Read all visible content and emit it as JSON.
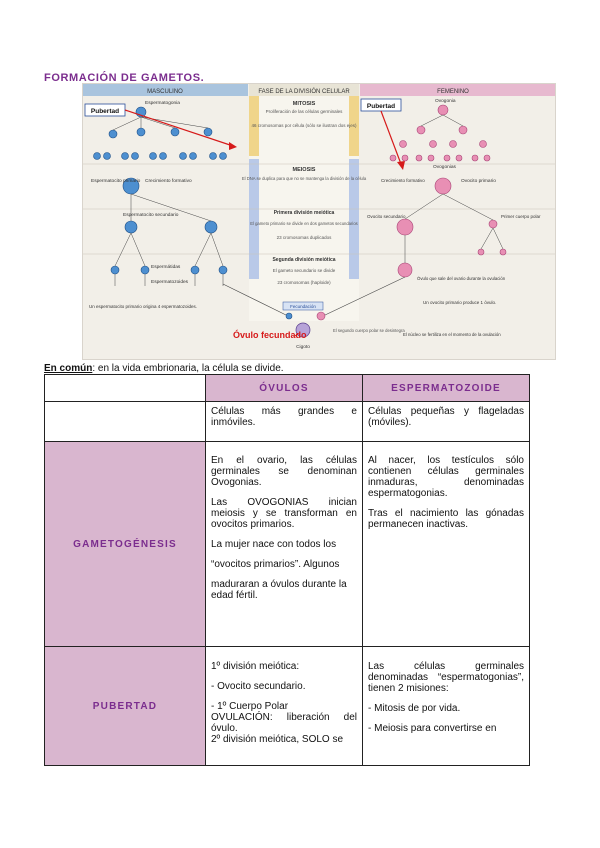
{
  "title": "FORMACIÓN DE GAMETOS.",
  "figure": {
    "col_headers": [
      "MASCULINO",
      "FASE DE LA DIVISIÓN CELULAR",
      "FEMENINO"
    ],
    "pubertad_left": "Pubertad",
    "pubertad_right": "Pubertad",
    "left_labels": [
      "Espermatogonia",
      "Espermatocito primario",
      "Crecimiento formativo",
      "Espermatocito secundario",
      "Espermátidas",
      "Espermatozoides",
      "Un espermatocito primario origina 4 espermatozoides."
    ],
    "mid_labels": [
      "MITOSIS",
      "Proliferación de las células germinales",
      "46 cromosomas por célula (sólo se ilustran dos ejes)",
      "MEIOSIS",
      "El DNA se duplica para que no se mantenga la división de la célula",
      "Primera división meiótica",
      "El gameto primario se divide en dos gametos secundarios",
      "23 cromosomas duplicados",
      "Segunda división meiótica",
      "El gameto secundario se divide",
      "23 cromosomas (haploide)",
      "Fecundación",
      "El segundo cuerpo polar se desintegra"
    ],
    "right_labels": [
      "Ovogonia",
      "Ovogonias",
      "Crecimiento formativo",
      "Ovocito primario",
      "Ovocito secundario",
      "Primer cuerpo polar",
      "Óvulo que sale del ovario durante la ovulación",
      "Un ovocito primario produce 1 óvulo.",
      "El núcleo se fertiliza en el momento de la ovulación"
    ],
    "ovulo_fecundado": "Óvulo fecundado",
    "cigoto": "Cigoto",
    "colors": {
      "masc_header": "#a9c4de",
      "fem_header": "#e7b9cf",
      "mid_header": "#e8e4d6",
      "arrow": "#d61a1a",
      "cell": "#3b7fc4",
      "callout_border": "#2a4f9a"
    }
  },
  "common": {
    "label": "En común",
    "text": ": en la vida embrionaria, la célula se divide."
  },
  "table": {
    "headers": [
      "",
      "ÓVULOS",
      "ESPERMATOZOIDE"
    ],
    "row1": {
      "ovulos": "Células más grandes e inmóviles.",
      "esperma": "Células pequeñas y flageladas (móviles)."
    },
    "row2": {
      "label": "GAMETOGÉNESIS",
      "ovulos": [
        "En el ovario, las células germinales se denominan Ovogonias.",
        "Las OVOGONIAS inician meiosis y se transforman en ovocitos primarios.",
        "La mujer nace con todos los",
        "“ovocitos primarios”. Algunos",
        "maduraran a óvulos durante la edad fértil."
      ],
      "esperma": [
        "Al nacer, los testículos sólo contienen células germinales inmaduras, denominadas espermatogonias.",
        "Tras el nacimiento las gónadas permanecen inactivas."
      ]
    },
    "row3": {
      "label": "PUBERTAD",
      "ovulos": [
        "1º división meiótica:",
        "- Ovocito secundario.",
        "- 1º Cuerpo Polar",
        "OVULACIÓN: liberación del óvulo.",
        "2º división meiótica, SOLO se"
      ],
      "esperma": [
        "Las células germinales denominadas “espermatogonias”, tienen 2 misiones:",
        "- Mitosis de por vida.",
        "- Meiosis para convertirse en"
      ]
    }
  }
}
